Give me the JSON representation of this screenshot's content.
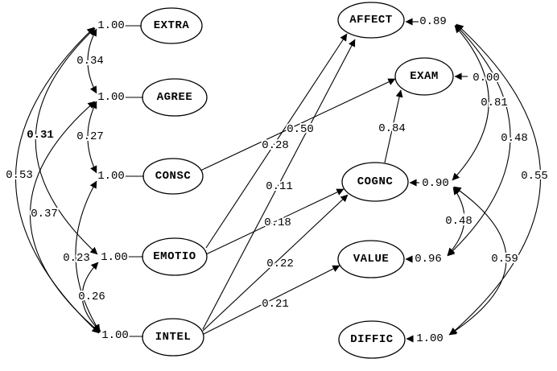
{
  "diagram_type": "structural-equation-path-diagram",
  "colors": {
    "line": "#000000",
    "background": "#ffffff"
  },
  "exogenous": [
    {
      "label": "EXTRA",
      "variance": "1.00"
    },
    {
      "label": "AGREE",
      "variance": "1.00"
    },
    {
      "label": "CONSC",
      "variance": "1.00"
    },
    {
      "label": "EMOTIO",
      "variance": "1.00"
    },
    {
      "label": "INTEL",
      "variance": "1.00"
    }
  ],
  "endogenous": [
    {
      "label": "AFFECT",
      "error_variance": "0.89"
    },
    {
      "label": "EXAM",
      "error_variance": "0.00"
    },
    {
      "label": "COGNC",
      "error_variance": "0.90"
    },
    {
      "label": "VALUE",
      "error_variance": "0.96"
    },
    {
      "label": "DIFFIC",
      "error_variance": "1.00"
    }
  ],
  "paths": [
    {
      "from": "EMOTIO",
      "to": "AFFECT",
      "value": "0.50"
    },
    {
      "from": "INTEL",
      "to": "AFFECT",
      "value": "0.11"
    },
    {
      "from": "CONSC",
      "to": "EXAM",
      "value": "0.28"
    },
    {
      "from": "COGNC",
      "to": "EXAM",
      "value": "0.84"
    },
    {
      "from": "EMOTIO",
      "to": "COGNC",
      "value": "0.18"
    },
    {
      "from": "INTEL",
      "to": "COGNC",
      "value": "0.22"
    },
    {
      "from": "INTEL",
      "to": "VALUE",
      "value": "0.21"
    }
  ],
  "exogenous_correlations": [
    {
      "between": "EXTRA-AGREE",
      "value": "0.34"
    },
    {
      "between": "AGREE-CONSC",
      "value": "0.27"
    },
    {
      "between": "EXTRA-EMOTIO",
      "value": "0.31"
    },
    {
      "between": "EXTRA-INTEL",
      "value": "0.53"
    },
    {
      "between": "AGREE-INTEL",
      "value": "0.37"
    },
    {
      "between": "CONSC-INTEL",
      "value": "0.23"
    },
    {
      "between": "EMOTIO-INTEL",
      "value": "0.26"
    }
  ],
  "error_correlations": [
    {
      "between": "AFFECT-COGNC",
      "value": "0.81"
    },
    {
      "between": "AFFECT-VALUE",
      "value": "0.48"
    },
    {
      "between": "AFFECT-DIFFIC",
      "value": "0.55"
    },
    {
      "between": "COGNC-VALUE",
      "value": "0.48"
    },
    {
      "between": "COGNC-DIFFIC",
      "value": "0.59"
    }
  ]
}
